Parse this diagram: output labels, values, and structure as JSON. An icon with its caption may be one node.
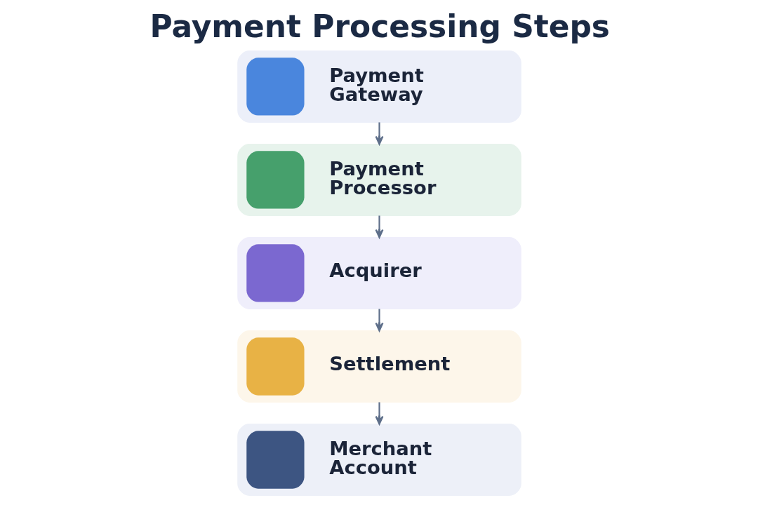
{
  "diagram": {
    "title": "Payment Processing Steps",
    "nodes": [
      {
        "text": [
          "Payment Gateway"
        ]
      },
      {
        "text": [
          "Payment Processor"
        ]
      },
      {
        "text": [
          "Acquirer"
        ]
      },
      {
        "text": [
          "Settlement"
        ]
      },
      {
        "text": [
          "Merchant Account"
        ]
      }
    ],
    "edges": [
      {
        "from": 0,
        "to": 1,
        "arrow": "to"
      },
      {
        "from": 1,
        "to": 2,
        "arrow": "to"
      },
      {
        "from": 2,
        "to": 3,
        "arrow": "to"
      },
      {
        "from": 3,
        "to": 4,
        "arrow": "to"
      }
    ]
  }
}
